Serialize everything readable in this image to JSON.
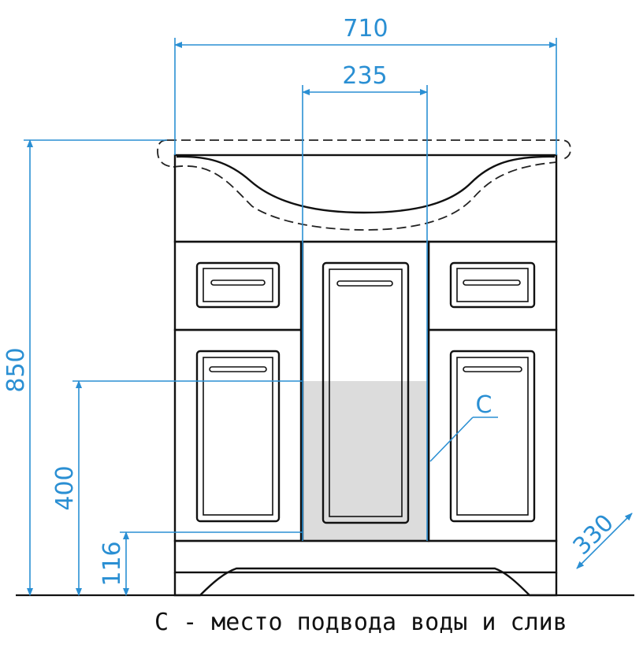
{
  "dimensions": {
    "total_width": "710",
    "sink_basin_width": "235",
    "height": "850",
    "service_zone_top": "400",
    "service_zone_bottom": "116",
    "depth": "330"
  },
  "zone_label": "C",
  "caption": "С - место подвода воды и слив",
  "colors": {
    "dimension_lines": "#2a8fd3",
    "outline": "#111111",
    "service_zone_fill": "#dcdcdc"
  }
}
